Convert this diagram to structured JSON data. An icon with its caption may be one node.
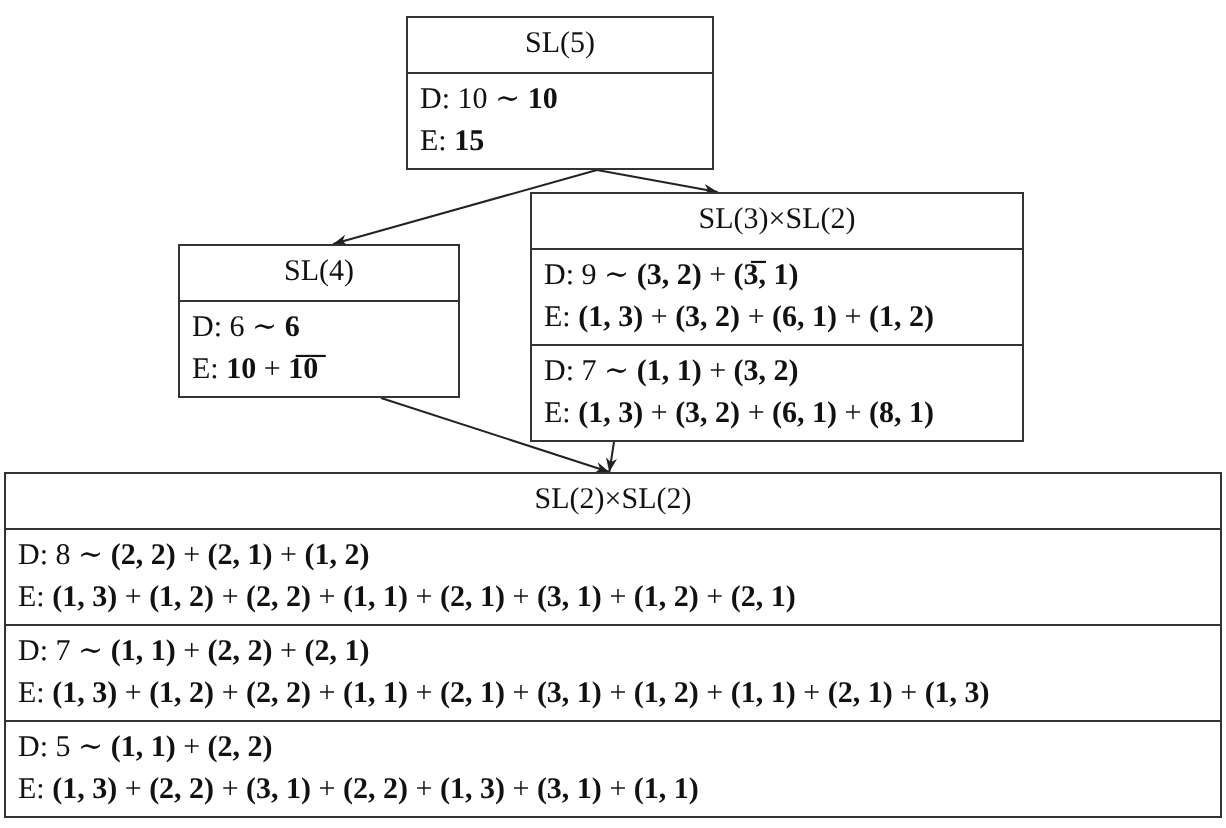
{
  "diagram": {
    "nodes": [
      {
        "text": [
          "SL(5)",
          "D: 10 ∼ **10**",
          "E: **15**"
        ]
      },
      {
        "text": [
          "SL(4)",
          "D: 6 ∼ **6**",
          "E: **10** + **1̅0̅**"
        ]
      },
      {
        "text": [
          "SL(3)×SL(2)",
          "D: 9 ∼ **(3, 2)** + **(3̅, 1)**",
          "E: **(1, 3)** + **(3, 2)** + **(6, 1)** + **(1, 2)**",
          "D: 7 ∼ **(1, 1)** + **(3, 2)**",
          "E: **(1, 3)** + **(3, 2)** + **(6, 1)** + **(8, 1)**"
        ]
      },
      {
        "text": [
          "SL(2)×SL(2)",
          "D: 8 ∼ **(2, 2)** + **(2, 1)** + **(1, 2)**",
          "E: **(1, 3)** + **(1, 2)** + **(2, 2)** + **(1, 1)** + **(2, 1)** + **(3, 1)** + **(1, 2)** + **(2, 1)**",
          "D: 7 ∼ **(1, 1)** + **(2, 2)** + **(2, 1)**",
          "E: **(1, 3)** + **(1, 2)** + **(2, 2)** + **(1, 1)** + **(2, 1)** + **(3, 1)** + **(1, 2)** + **(1, 1)** + **(2, 1)** + **(1, 3)**",
          "D: 5 ∼ **(1, 1)** + **(2, 2)**",
          "E: **(1, 3)** + **(2, 2)** + **(3, 1)** + **(2, 2)** + **(1, 3)** + **(3, 1)** + **(1, 1)**"
        ]
      }
    ],
    "edges": [
      {
        "from": 0,
        "to": 1,
        "arrow": "to"
      },
      {
        "from": 0,
        "to": 2,
        "arrow": "to"
      },
      {
        "from": 1,
        "to": 3,
        "arrow": "to"
      },
      {
        "from": 2,
        "to": 3,
        "arrow": "to"
      }
    ]
  }
}
